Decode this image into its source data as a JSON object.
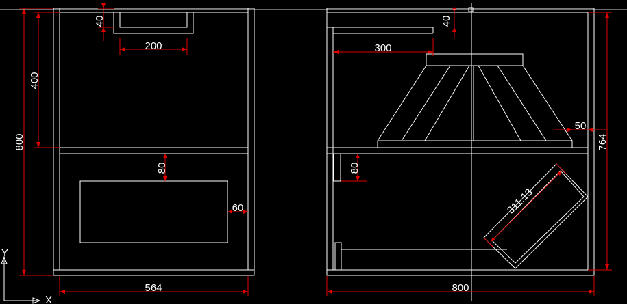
{
  "colors": {
    "background": "#000000",
    "geometry": "#ffffff",
    "dimension_lines": "#e00000",
    "dimension_text": "#ffffff"
  },
  "icons": {
    "ucs": "ucs-axis-icon",
    "cursor": "crosshair-cursor-icon"
  },
  "ucs": {
    "x_label": "X",
    "y_label": "Y"
  },
  "front_view": {
    "dimensions": {
      "top_slot_depth": "40",
      "top_slot_width": "200",
      "upper_height": "400",
      "total_height": "800",
      "window_gap": "80",
      "window_side_gap": "60",
      "total_width": "564"
    }
  },
  "side_view": {
    "dimensions": {
      "top_slot_depth": "40",
      "shelf_depth": "300",
      "bracket_offset": "50",
      "inner_height": "764",
      "block_height": "80",
      "diagonal": "311.13",
      "total_width": "800"
    }
  }
}
